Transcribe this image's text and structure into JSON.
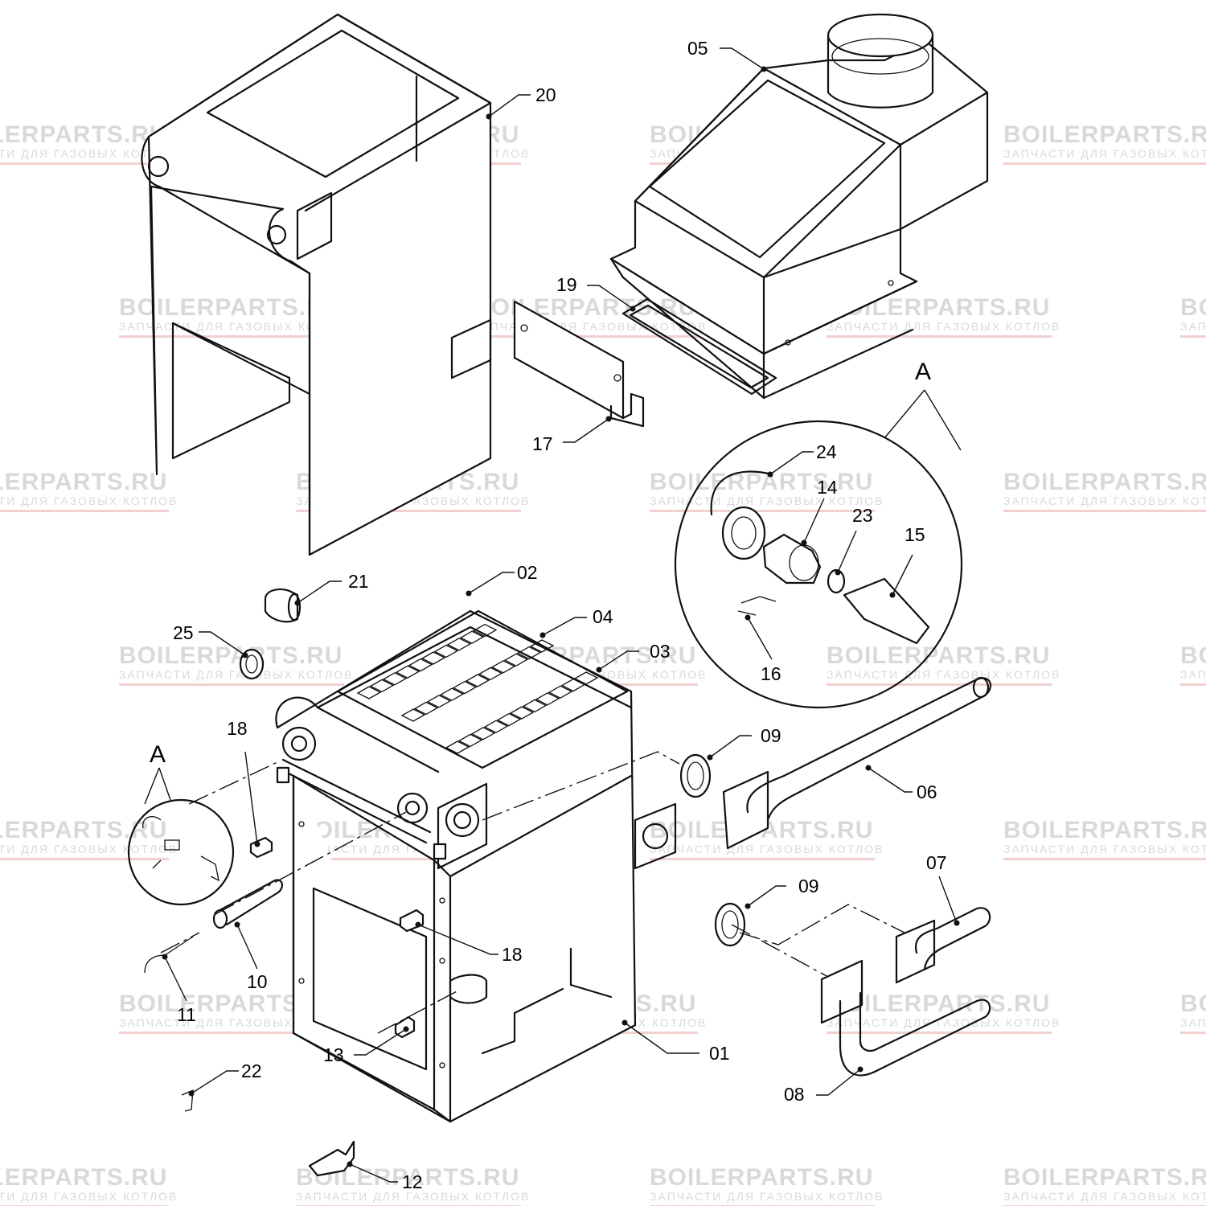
{
  "watermark": {
    "brand": "BOILERPARTS.RU",
    "tagline": "ЗАПЧАСТИ ДЛЯ ГАЗОВЫХ КОТЛОВ"
  },
  "callouts": {
    "p01": "01",
    "p02": "02",
    "p03": "03",
    "p04": "04",
    "p05": "05",
    "p06": "06",
    "p07": "07",
    "p08": "08",
    "p09a": "09",
    "p09b": "09",
    "p10": "10",
    "p11": "11",
    "p12": "12",
    "p13": "13",
    "p14": "14",
    "p15": "15",
    "p16": "16",
    "p17": "17",
    "p18a": "18",
    "p18b": "18",
    "p19": "19",
    "p20": "20",
    "p21": "21",
    "p22": "22",
    "p23": "23",
    "p24": "24",
    "p25": "25"
  },
  "detail_label": "A",
  "detail_ref_label": "A"
}
